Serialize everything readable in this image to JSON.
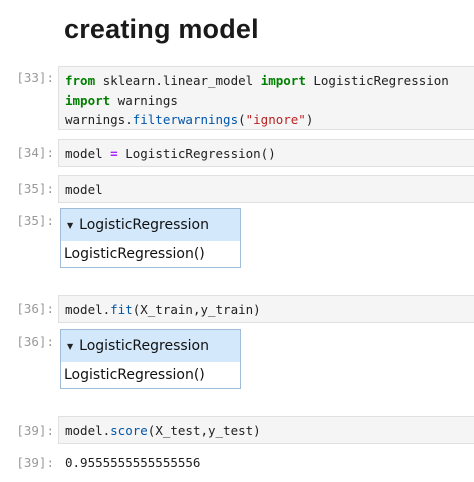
{
  "heading": "creating model",
  "cells": [
    {
      "prompt": "[33]:",
      "lines": [
        {
          "kw1": "from",
          "t1": " sklearn.linear_model ",
          "kw2": "import",
          "t2": " LogisticRegression"
        },
        {
          "kw1": "import",
          "t1": " warnings"
        },
        {
          "t0": "warnings.",
          "fn": "filterwarnings",
          "p1": "(",
          "str": "\"ignore\"",
          "p2": ")"
        }
      ]
    },
    {
      "prompt": "[34]:",
      "var": "model ",
      "op": "=",
      "rest": " LogisticRegression()"
    },
    {
      "prompt": "[35]:",
      "code": "model"
    },
    {
      "prompt": "[36]:",
      "obj": "model.",
      "fn": "fit",
      "args": "(X_train,y_train)"
    },
    {
      "prompt": "[39]:",
      "obj": "model.",
      "fn": "score",
      "args": "(X_test,y_test)"
    }
  ],
  "outputs": [
    {
      "prompt": "[35]:",
      "widget_title": "LogisticRegression",
      "widget_body": "LogisticRegression()"
    },
    {
      "prompt": "[36]:",
      "widget_title": "LogisticRegression",
      "widget_body": "LogisticRegression()"
    },
    {
      "prompt": "[39]:",
      "text": "0.9555555555555556"
    }
  ],
  "icons": {
    "caret": "▼"
  }
}
